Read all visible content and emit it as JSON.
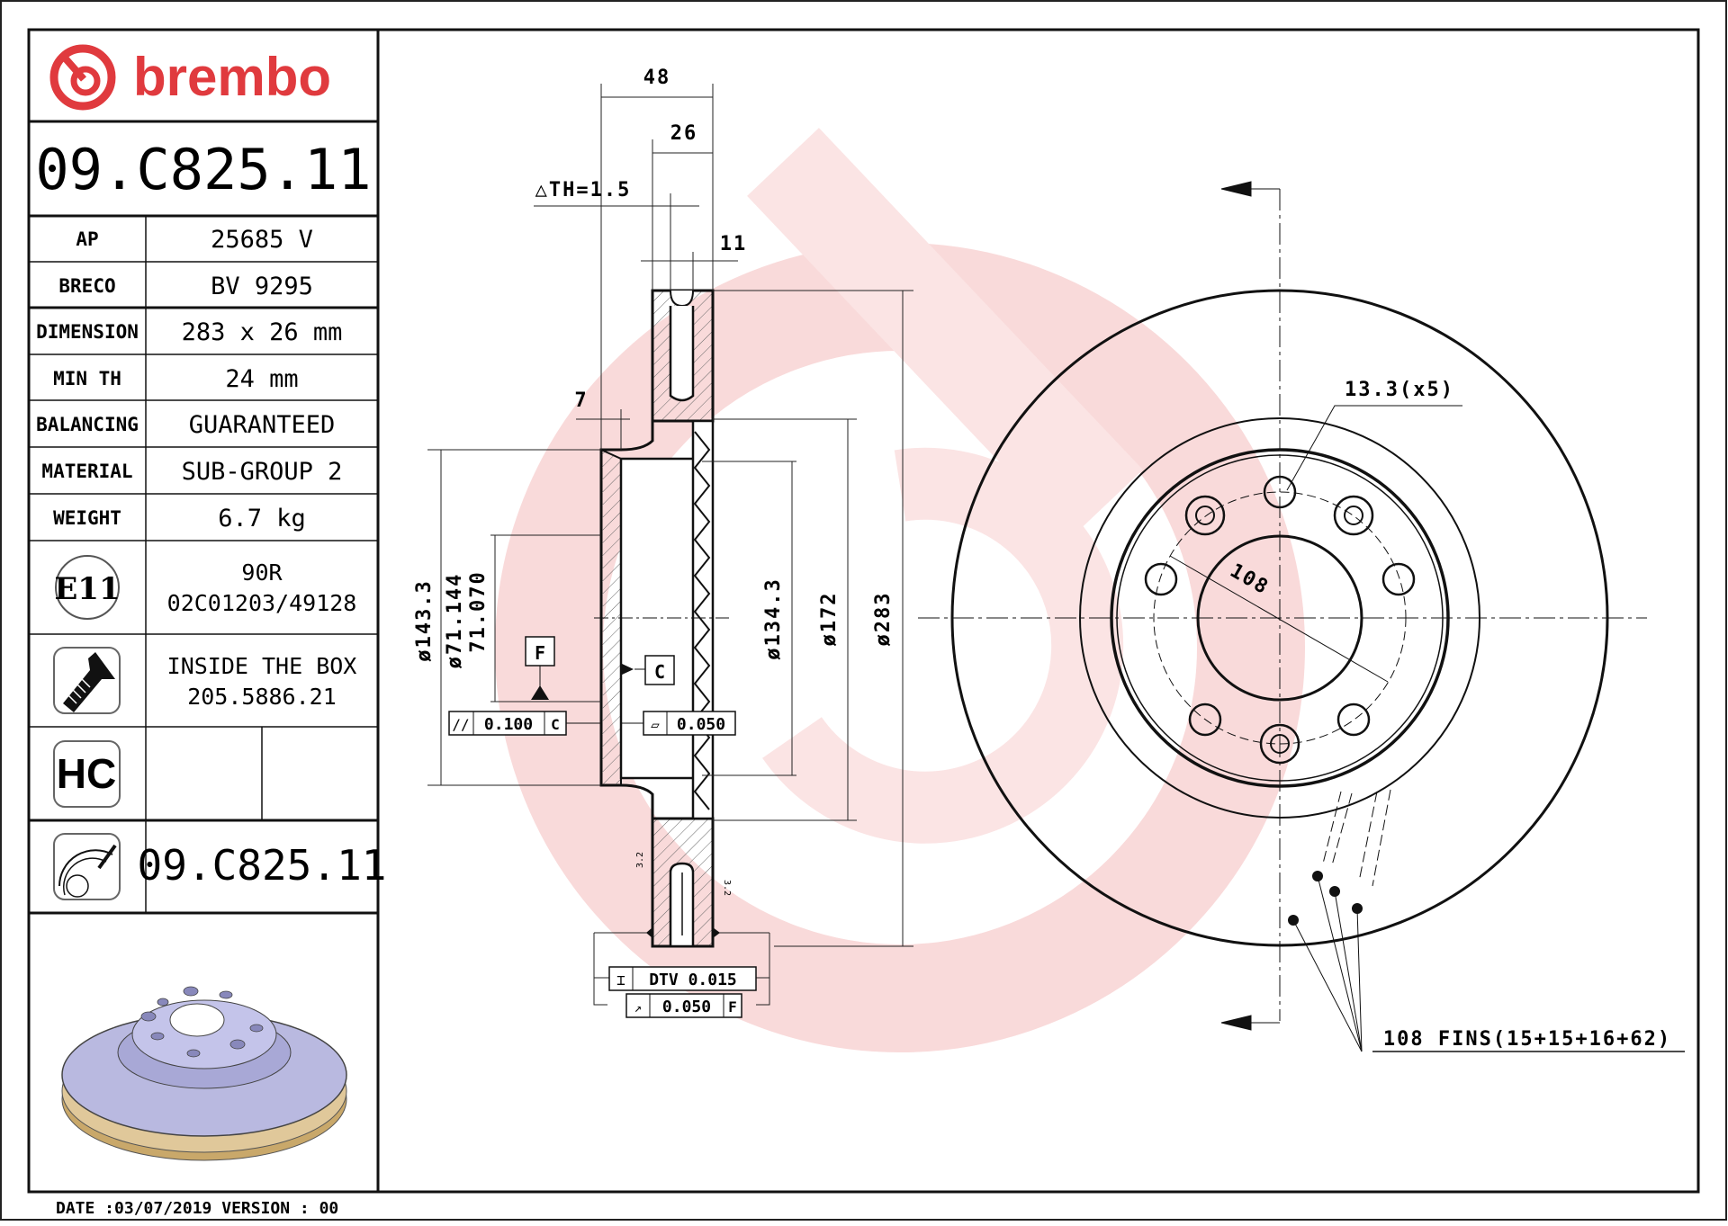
{
  "brand": {
    "name": "brembo",
    "color": "#e03a3e",
    "watermark_color": "#f8dede"
  },
  "part_number": "09.C825.11",
  "specs": [
    {
      "label": "AP",
      "value": "25685 V"
    },
    {
      "label": "BRECO",
      "value": "BV 9295"
    },
    {
      "label": "DIMENSION",
      "value": "283 x 26 mm"
    },
    {
      "label": "MIN TH",
      "value": "24 mm"
    },
    {
      "label": "BALANCING",
      "value": "GUARANTEED"
    },
    {
      "label": "MATERIAL",
      "value": "SUB-GROUP 2"
    },
    {
      "label": "WEIGHT",
      "value": "6.7 kg"
    }
  ],
  "certification": {
    "icon": "e11-approval-icon",
    "badge": "E11",
    "line1": "90R",
    "line2": "02C01203/49128"
  },
  "accessory": {
    "icon": "screw-icon",
    "line1": "INSIDE THE BOX",
    "line2": "205.5886.21"
  },
  "coating": {
    "icon": "hc-icon",
    "badge": "HC"
  },
  "disc_ref": {
    "icon": "disc-marking-icon",
    "value": "09.C825.11"
  },
  "footer": {
    "text": "DATE :03/07/2019 VERSION : 00"
  },
  "section_view": {
    "dims": {
      "overall_height": "48",
      "thickness": "26",
      "delta_th": "△TH=1.5",
      "fin_gap": "11",
      "hat_offset": "7",
      "d_143": "ø143.3",
      "d_71_max": "ø71.144",
      "d_71_min": "71.070",
      "d_134": "ø134.3",
      "d_172": "ø172",
      "d_283": "ø283",
      "roughness_left": "3.2",
      "roughness_right": "3.2"
    },
    "datum_f": "F",
    "datum_c": "C",
    "tol_parallel": {
      "symbol": "//",
      "value": "0.100",
      "datum": "C"
    },
    "tol_flatness": {
      "symbol": "▱",
      "value": "0.050"
    },
    "tol_dtv": {
      "symbol": "⌶",
      "value": "DTV 0.015"
    },
    "tol_runout": {
      "symbol": "↗",
      "value": "0.050",
      "datum": "F"
    }
  },
  "front_view": {
    "hole_callout": "13.3(x5)",
    "pcd": "108",
    "fins_callout": "108 FINS(15+15+16+62)"
  }
}
